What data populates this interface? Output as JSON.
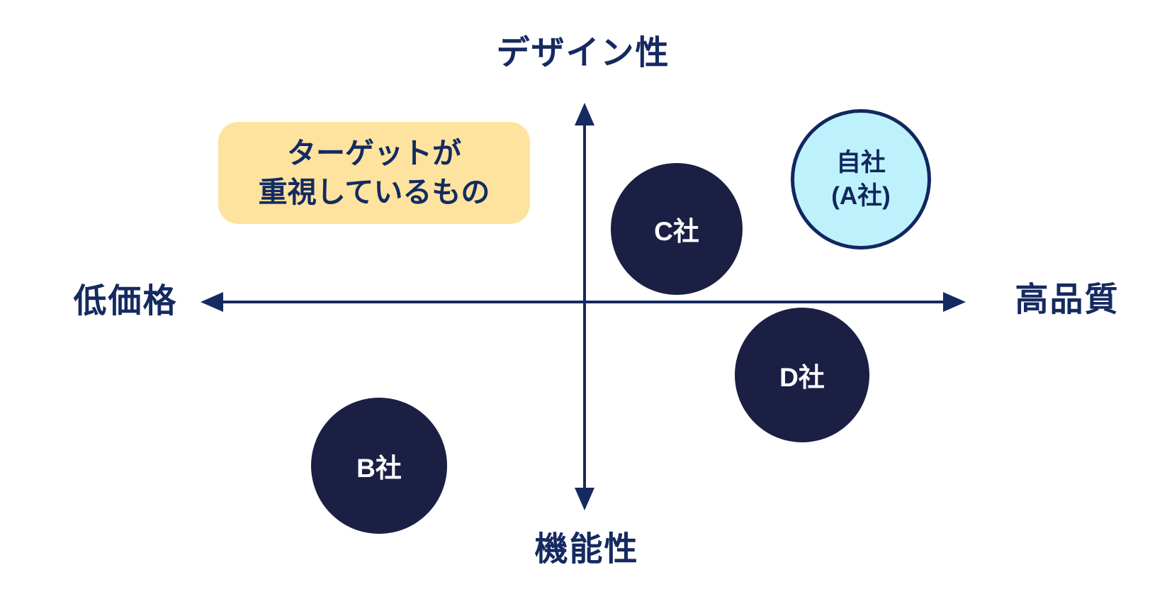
{
  "diagram": {
    "type": "positioning-map",
    "axes": {
      "top": "デザイン性",
      "bottom": "機能性",
      "left": "低価格",
      "right": "高品質"
    },
    "callout": {
      "line1": "ターゲットが",
      "line2": "重視しているもの"
    },
    "companies": {
      "own": {
        "line1": "自社",
        "line2": "(A社)"
      },
      "b": {
        "label": "B社"
      },
      "c": {
        "label": "C社"
      },
      "d": {
        "label": "D社"
      }
    },
    "icons": {
      "axis_arrows": [
        "arrow-up-icon",
        "arrow-down-icon",
        "arrow-left-icon",
        "arrow-right-icon"
      ]
    },
    "colors": {
      "navy_text": "#152a60",
      "axis_line": "#152a60",
      "dark_circle_fill": "#1b1f44",
      "own_circle_fill": "#bdf2fc",
      "own_circle_border": "#12275e",
      "callout_fill": "#fde39e",
      "circle_label_light": "#ffffff",
      "background": "#ffffff"
    }
  }
}
